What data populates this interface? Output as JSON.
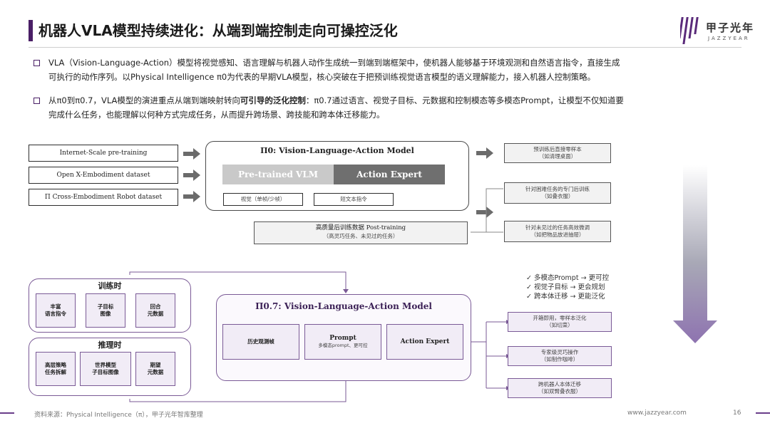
{
  "header": {
    "title": "机器人VLA模型持续进化：从端到端控制走向可操控泛化",
    "logo_name": "甲子光年",
    "logo_sub": "JAZZYEAR"
  },
  "bullets": [
    {
      "text_1": "VLA（Vision-Language-Action）模型将视觉感知、语言理解与机器人动作生成统一到端到端框架中，使机器人能够基于环境观测和自然语言指令，直接生成",
      "text_2": "可执行的动作序列。以Physical Intelligence π0为代表的早期VLA模型，核心突破在于把预训练视觉语言模型的语义理解能力，接入机器人控制策略。"
    },
    {
      "text_1a": "从π0到π0.7，VLA模型的演进重点从端到端映射转向",
      "text_1b": "可引导的泛化控制",
      "text_1c": "：π0.7通过语言、视觉子目标、元数据和控制模态等多模态Prompt，让模型不仅知道要",
      "text_2": "完成什么任务，也能理解以何种方式完成任务，从而提升跨场景、跨技能和跨本体迁移能力。"
    }
  ],
  "top_diagram": {
    "datasets": [
      "Internet-Scale pre-training",
      "Open X-Embodiment dataset",
      "Π Cross-Embodiment Robot dataset"
    ],
    "model_title": "Π0: Vision-Language-Action Model",
    "vlm_label": "Pre-trained VLM",
    "action_label": "Action Expert",
    "input_1": "视觉（单帧/少帧）",
    "input_2": "短文本指令",
    "post_training_1": "高质量后训练数据 Post-training",
    "post_training_2": "（高灵巧任务、未见过的任务）",
    "outputs": [
      {
        "l1": "预训练后直接零样本",
        "l2": "（如清理桌面）"
      },
      {
        "l1": "针对困难任务的专门后训练",
        "l2": "（如叠衣服）"
      },
      {
        "l1": "针对未见过的任务高效微调",
        "l2": "（如把物品放进抽屉）"
      }
    ]
  },
  "bottom_diagram": {
    "train_title": "训练时",
    "train_items": [
      {
        "l1": "丰富",
        "l2": "语言指令"
      },
      {
        "l1": "子目标",
        "l2": "图像"
      },
      {
        "l1": "回合",
        "l2": "元数据"
      }
    ],
    "infer_title": "推理时",
    "infer_items": [
      {
        "l1": "高层策略",
        "l2": "任务拆解"
      },
      {
        "l1": "世界模型",
        "l2": "子目标图像"
      },
      {
        "l1": "期望",
        "l2": "元数据"
      }
    ],
    "model_title": "Π0.7: Vision-Language-Action Model",
    "history_label": "历史观测帧",
    "prompt_label": "Prompt",
    "prompt_sub": "多模态prompt、更可控",
    "action_label": "Action Expert",
    "checks": [
      {
        "a": "多模态Prompt",
        "b": "更可控"
      },
      {
        "a": "视觉子目标",
        "b": "更会规划"
      },
      {
        "a": "跨本体迁移",
        "b": "更能泛化"
      }
    ],
    "outputs": [
      {
        "l1": "开箱即用，零样本泛化",
        "l2": "（如切菜）"
      },
      {
        "l1": "专家级灵巧操作",
        "l2": "（如制作咖啡）"
      },
      {
        "l1": "跨机器人本体迁移",
        "l2": "（如双臂叠衣服）"
      }
    ]
  },
  "footer": {
    "source": "资料来源：Physical Intelligence（π），甲子光年智库整理",
    "website": "www.jazzyear.com",
    "page": "16"
  },
  "colors": {
    "accent": "#4a1f66",
    "purple_light": "#f1ecf6",
    "grey_dark": "#555555"
  }
}
